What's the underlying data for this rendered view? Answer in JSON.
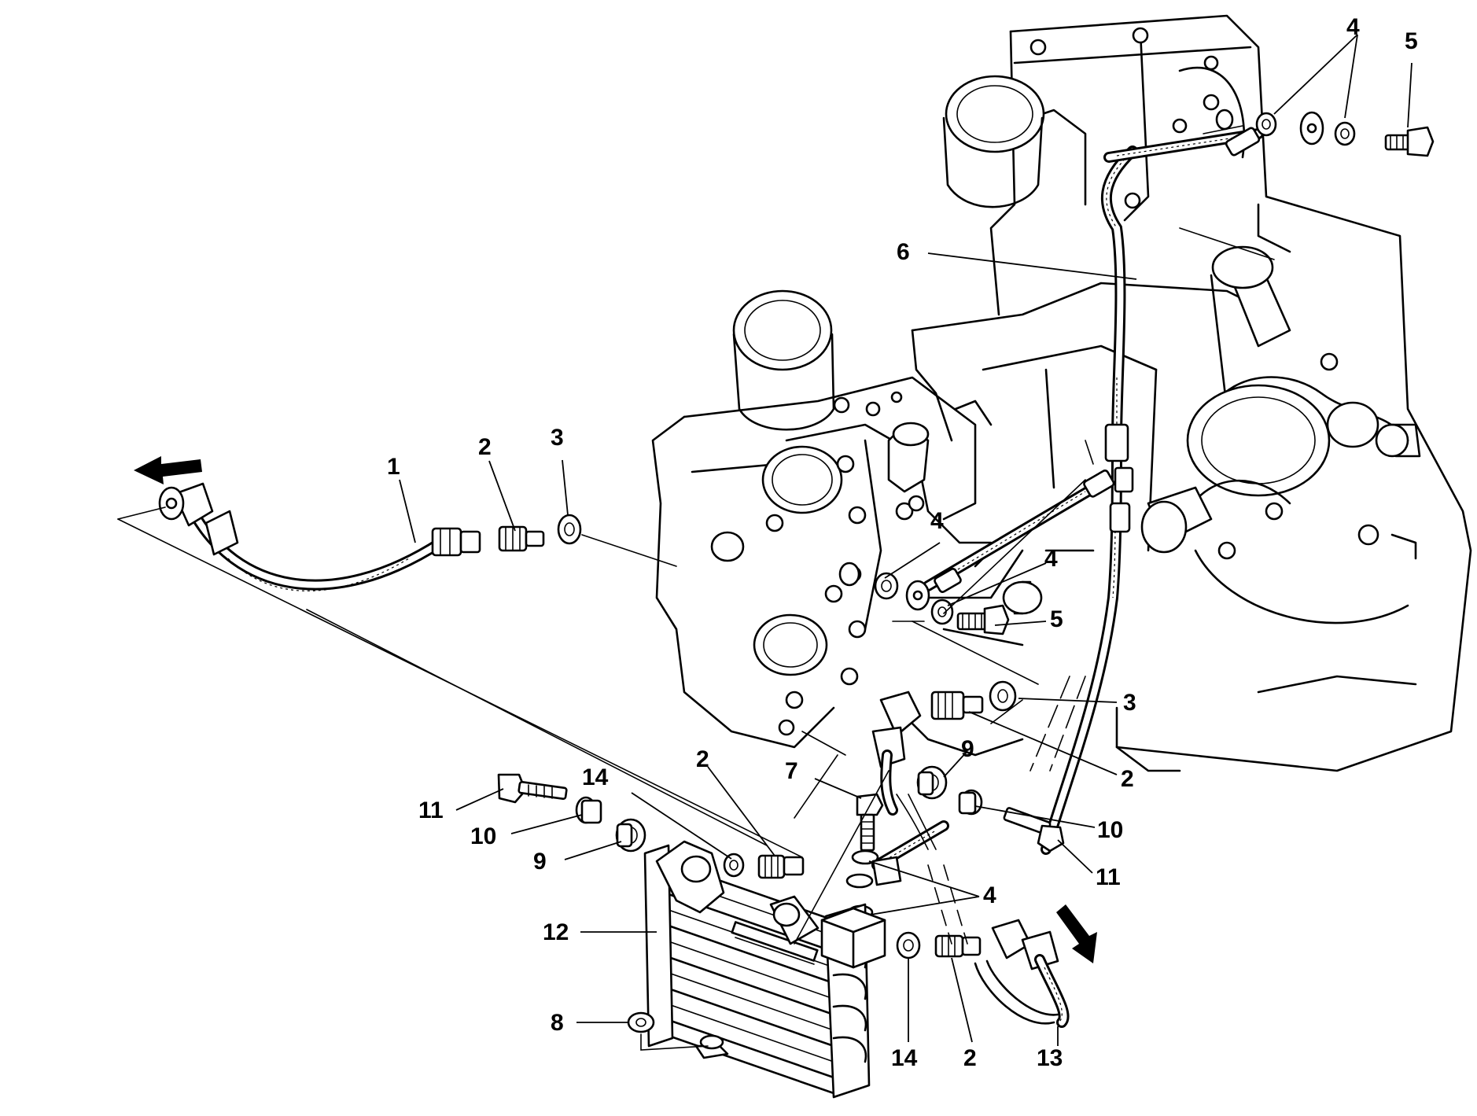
{
  "diagram": {
    "callouts": {
      "c1": "1",
      "c2a": "2",
      "c3a": "3",
      "c4a": "4",
      "c5a": "5",
      "c6": "6",
      "c4b": "4",
      "c4c": "4",
      "c5b": "5",
      "c3b": "3",
      "c2b": "2",
      "c9a": "9",
      "c10a": "10",
      "c11a": "11",
      "c7": "7",
      "c2c": "2",
      "c14a": "14",
      "c11b": "11",
      "c10b": "10",
      "c9b": "9",
      "c4d": "4",
      "c12": "12",
      "c8": "8",
      "c14b": "14",
      "c2d": "2",
      "c13": "13"
    }
  }
}
